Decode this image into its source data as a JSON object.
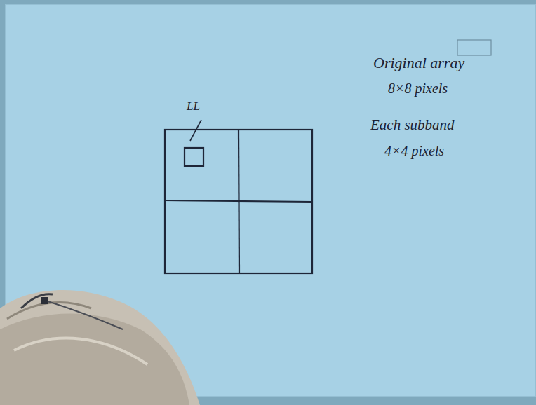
{
  "diagram": {
    "labels": [
      "LL",
      "Original array",
      "8×8 pixels",
      "Each subband",
      "4×4 pixels"
    ]
  }
}
